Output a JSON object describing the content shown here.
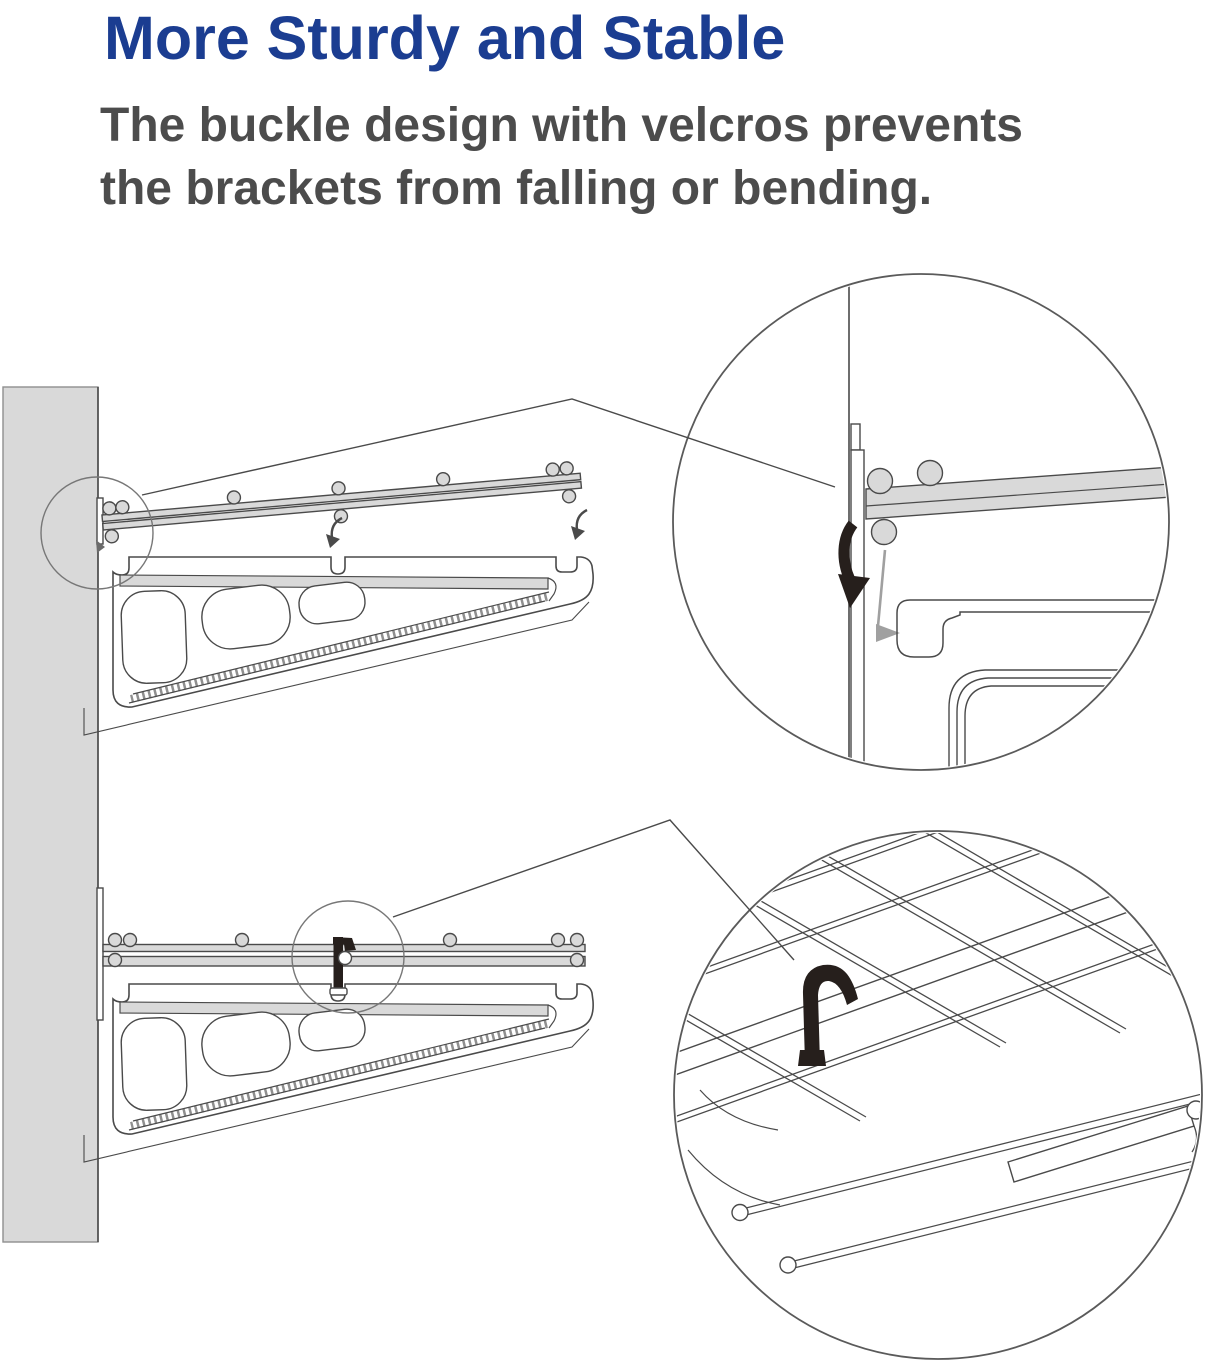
{
  "header": {
    "title": "More Sturdy and Stable",
    "subtitle_line1": "The buckle design with velcros prevents",
    "subtitle_line2": "the brackets from falling or bending."
  },
  "colors": {
    "background": "#ffffff",
    "title_blue": "#1b3d91",
    "subtitle_gray": "#4c4c4c",
    "ink": "#4a4a4a",
    "fill_gray": "#d9d9d9",
    "buckle_black": "#261f1c",
    "arrow_gray": "#a0a0a0",
    "circle_stroke": "#5a5a5a"
  },
  "diagram": {
    "icons": {
      "rotate_down_arrow": "curved arrow showing wire rod rotating down onto bracket",
      "buckle_motion_arrow": "black curved arrow showing buckle latching downward",
      "slide_direction_arrow": "gray arrow showing hook sliding into bracket slot",
      "velcro_buckle": "black buckle clip fastening wire shelf to bracket"
    },
    "views": {
      "top_assembly": "exploded side view of wire shelf rod above wall bracket",
      "bottom_assembly": "assembled side view with buckle locked on bracket",
      "magnified_top": "close-up of rod hooks seating into bracket slot at wall rail",
      "magnified_bottom": "close-up of buckle hooked over shelf wire grid"
    }
  }
}
